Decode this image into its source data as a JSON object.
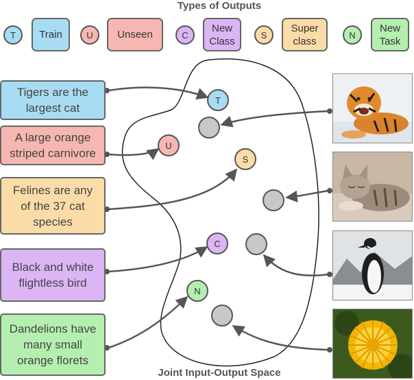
{
  "title": "Types of Outputs",
  "footer": "Joint Input-Output Space",
  "legend": [
    {
      "letter": "T",
      "label": "Train",
      "color": "#a7dcf3"
    },
    {
      "letter": "U",
      "label": "Unseen",
      "color": "#f6b7b2"
    },
    {
      "letter": "C",
      "label": "New\nClass",
      "color": "#dcb5f5"
    },
    {
      "letter": "S",
      "label": "Super\nclass",
      "color": "#fbdca8"
    },
    {
      "letter": "N",
      "label": "New\nTask",
      "color": "#b5efb0"
    }
  ],
  "text_inputs": [
    {
      "text": "Tigers are the\nlargest cat",
      "color": "#a7dcf3"
    },
    {
      "text": "A large orange\nstriped carnivore",
      "color": "#f6b7b2"
    },
    {
      "text": "Felines are any\nof the 37 cat\nspecies",
      "color": "#fbdca8"
    },
    {
      "text": "Black and white\nflightless bird",
      "color": "#dcb5f5"
    },
    {
      "text": "Dandelions have\nmany small\norange florets",
      "color": "#b5efb0"
    }
  ],
  "space_nodes": [
    {
      "letter": "T",
      "color": "#a7dcf3"
    },
    {
      "letter": "U",
      "color": "#f6b7b2"
    },
    {
      "letter": "S",
      "color": "#fbdca8"
    },
    {
      "letter": "C",
      "color": "#dcb5f5"
    },
    {
      "letter": "N",
      "color": "#b5efb0"
    }
  ],
  "image_nodes_color": "#c8c8c8",
  "images": [
    {
      "icon": "tiger-photo-icon"
    },
    {
      "icon": "cat-photo-icon"
    },
    {
      "icon": "penguin-photo-icon"
    },
    {
      "icon": "dandelion-photo-icon"
    }
  ]
}
